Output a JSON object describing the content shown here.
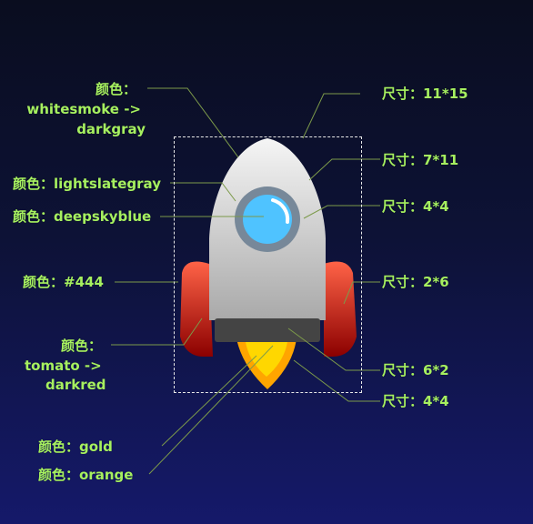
{
  "colors": {
    "label": "#a6f060",
    "leader": "#7c9a4a",
    "body_top": "#f5f5f5",
    "body_bottom": "#a9a9a9",
    "window_ring": "#778899",
    "window": "#00bfff",
    "base": "#444444",
    "fin_top": "#ff6347",
    "fin_bottom": "#8b0000",
    "flame_outer": "#ffa500",
    "flame_inner": "#ffd700"
  },
  "labels": {
    "body_color_l1": "颜色：",
    "body_color_l2": "whitesmoke ->",
    "body_color_l3": "darkgray",
    "ring_color": "颜色：lightslategray",
    "window_color": "颜色：deepskyblue",
    "base_color": "颜色：#444",
    "fin_color_l1": "颜色：",
    "fin_color_l2": "tomato ->",
    "fin_color_l3": "darkred",
    "flame_inner_color": "颜色：gold",
    "flame_outer_color": "颜色：orange",
    "size_frame": "尺寸：11*15",
    "size_body": "尺寸：7*11",
    "size_window": "尺寸：4*4",
    "size_fin": "尺寸：2*6",
    "size_base": "尺寸：6*2",
    "size_flame": "尺寸：4*4"
  }
}
